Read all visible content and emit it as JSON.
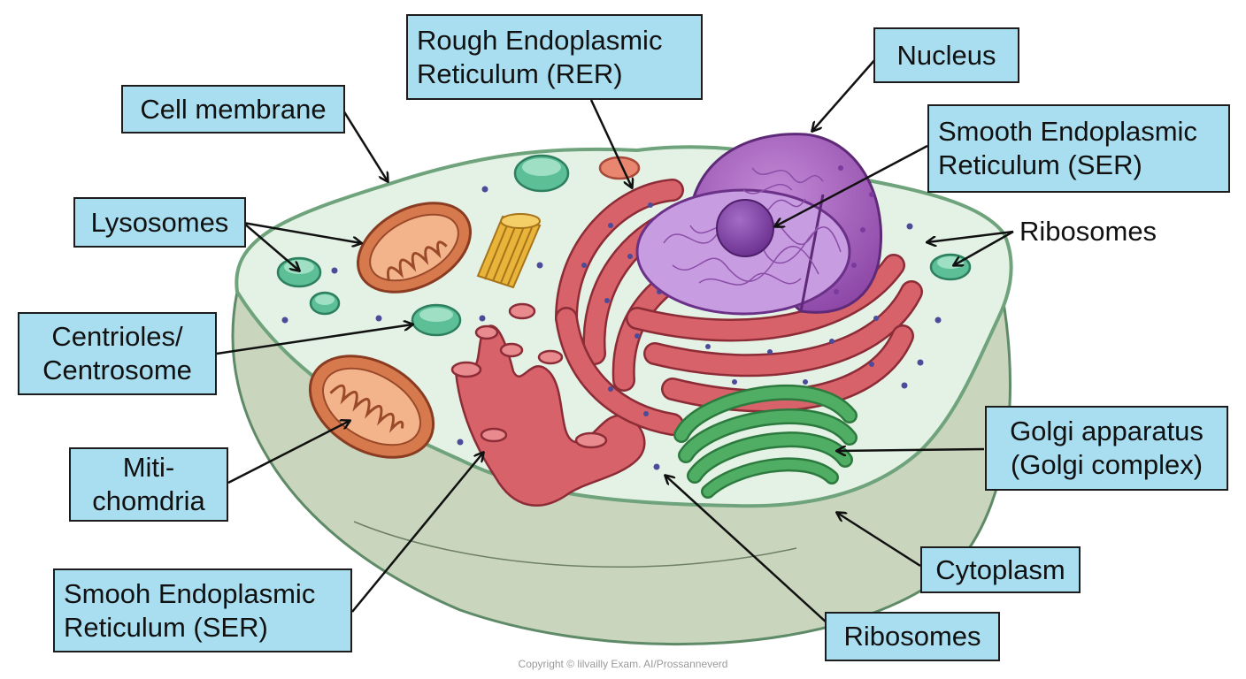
{
  "labels": {
    "rer": [
      "Rough Endoplasmic",
      "Reticulum (RER)"
    ],
    "nucleus": [
      "Nucleus"
    ],
    "cell_membrane": [
      "Cell membrane"
    ],
    "ser_top": [
      "Smooth Endoplasmic",
      "Reticulum (SER)"
    ],
    "lysosomes": [
      "Lysosomes"
    ],
    "ribosomes_right": [
      "Ribosomes"
    ],
    "centrioles": [
      "Centrioles/",
      "Centrosome"
    ],
    "mitochondria": [
      "Miti-",
      "chomdria"
    ],
    "golgi": [
      "Golgi apparatus",
      "(Golgi complex)"
    ],
    "cytoplasm": [
      "Cytoplasm"
    ],
    "ser_bottom": [
      "Smooh Endoplasmic",
      "Reticulum (SER)"
    ],
    "ribosomes_bottom": [
      "Ribosomes"
    ]
  },
  "copyright": "Copyright © lilvailly Exam. AI/Prossanneverd",
  "colors": {
    "label_fill": "#a8def0",
    "cytoplasm": "#e4f2e6",
    "cell_outer": "#c9d6bd",
    "membrane": "#6fa37c",
    "rer": "#d7626a",
    "nucleus": "#9a52b4",
    "nucleolus": "#7a3a9e",
    "golgi": "#4fae63",
    "mitochondria": "#d67a4d",
    "lysosome": "#5cbf96",
    "centriole": "#e8b43a"
  }
}
